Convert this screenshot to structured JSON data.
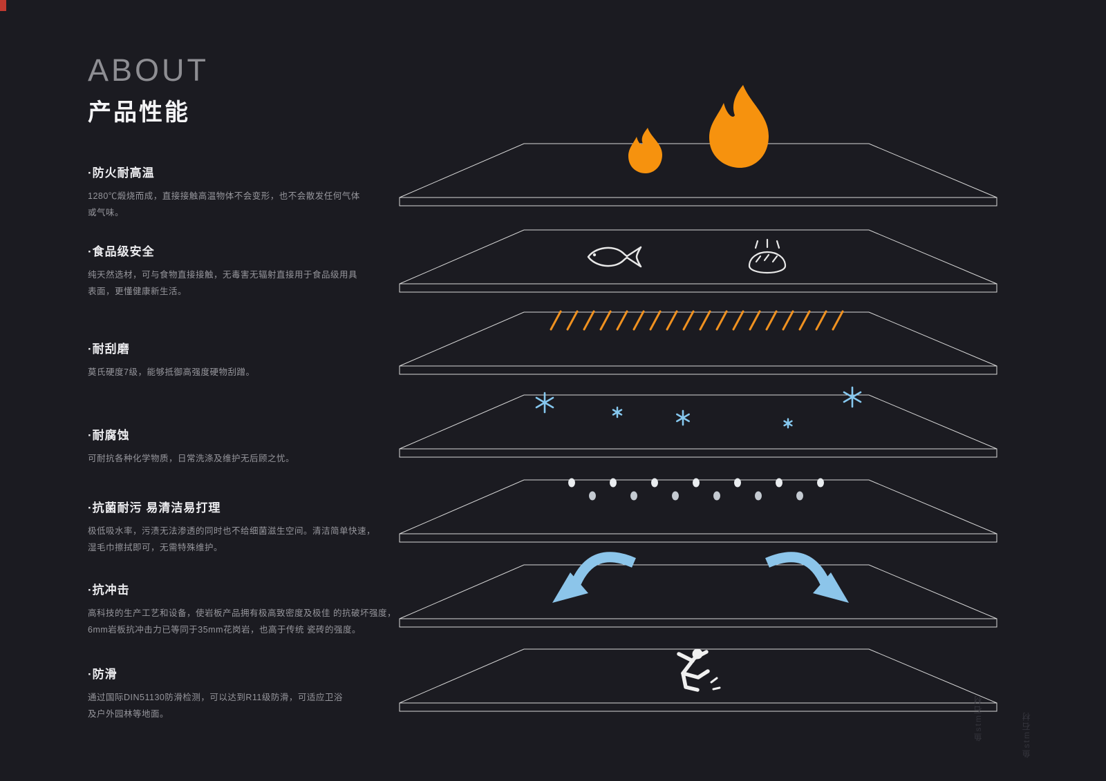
{
  "page": {
    "title_en": "ABOUT",
    "title_zh": "产品性能",
    "background": "#1b1b21"
  },
  "colors": {
    "flame": "#f6920e",
    "scratch": "#ef9120",
    "sparkle": "#86c8ef",
    "arrow": "#8cc5ea",
    "slab_outline": "#d9d9d9",
    "text_primary": "#ececef",
    "text_secondary": "#96969c"
  },
  "features": [
    {
      "title": "·防火耐高温",
      "desc": "1280℃煅烧而成，直接接触高温物体不会变形，也不会散发任何气体\n或气味。",
      "icon": "flame-icon"
    },
    {
      "title": "·食品级安全",
      "desc": "纯天然选材，可与食物直接接触，无毒害无辐射直接用于食品级用具\n表面，更懂健康新生活。",
      "icon": "fish-and-bread-icon"
    },
    {
      "title": "·耐刮磨",
      "desc": "莫氏硬度7级，能够抵御高强度硬物刮蹭。",
      "icon": "scratch-marks-icon"
    },
    {
      "title": "·耐腐蚀",
      "desc": "可耐抗各种化学物质，日常洗涤及维护无后顾之忧。",
      "icon": "sparkle-icon"
    },
    {
      "title": "·抗菌耐污 易清洁易打理",
      "desc": "极低吸水率，污渍无法渗透的同时也不给细菌滋生空间。清洁简单快速，\n湿毛巾擦拭即可，无需特殊维护。",
      "icon": "droplet-dots-icon"
    },
    {
      "title": "·抗冲击",
      "desc": "高科技的生产工艺和设备，使岩板产品拥有极高致密度及极佳 的抗破坏强度，\n6mm岩板抗冲击力已等同于35mm花岗岩，也高于传统 瓷砖的强度。",
      "icon": "bounce-arrows-icon"
    },
    {
      "title": "·防滑",
      "desc": "通过国际DIN51130防滑检测，可以达到R11级防滑，可适应卫浴\n及户外园林等地面。",
      "icon": "slipping-person-icon"
    }
  ],
  "watermark": {
    "text": "鱼stm石材"
  }
}
